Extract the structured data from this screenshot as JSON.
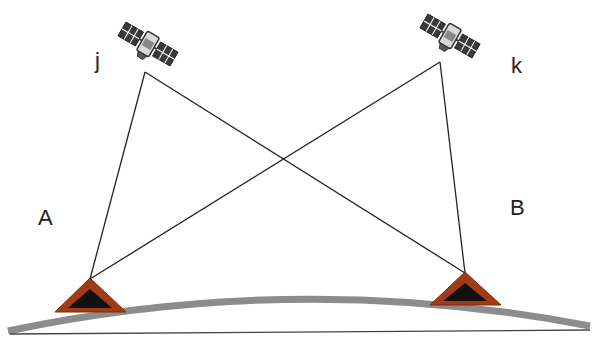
{
  "diagram": {
    "labels": [
      "j",
      "k",
      "A",
      "B"
    ]
  }
}
